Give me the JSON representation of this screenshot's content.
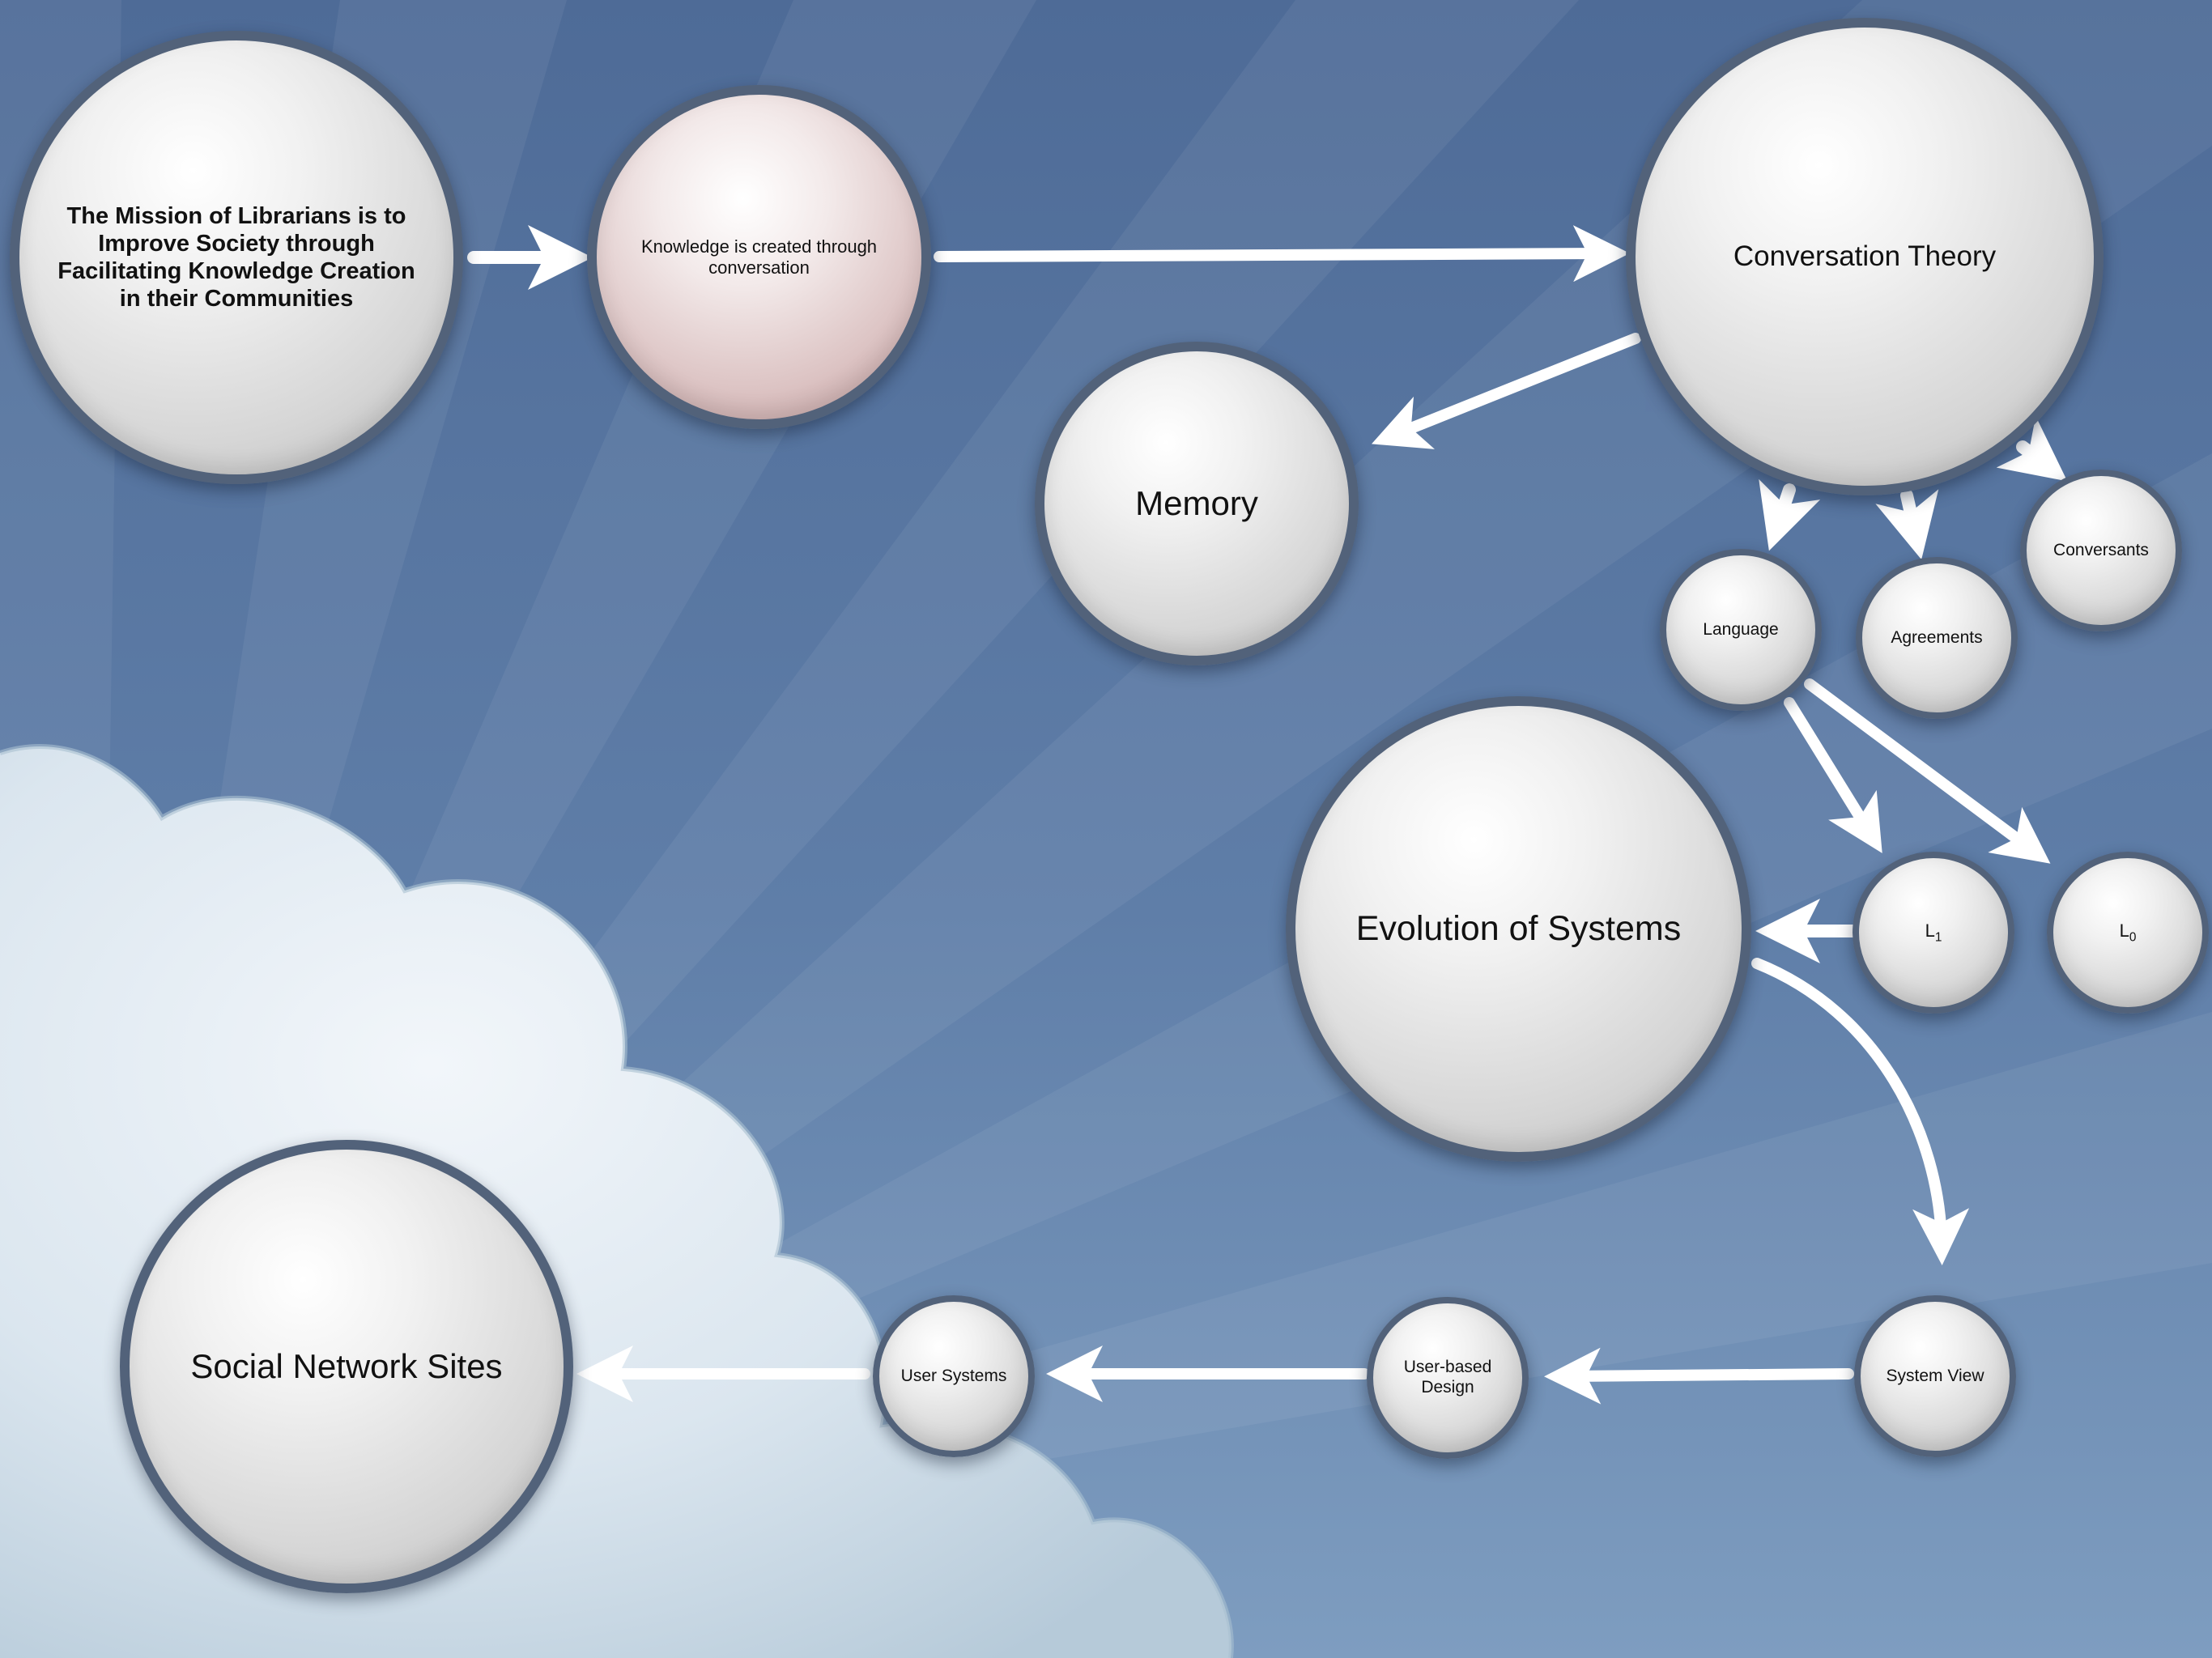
{
  "nodes": {
    "mission": "The Mission of Librarians is to Improve Society through Facilitating Knowledge Creation in their Communities",
    "knowledge": "Knowledge is created through conversation",
    "conversation_theory": "Conversation Theory",
    "memory": "Memory",
    "language": "Language",
    "agreements": "Agreements",
    "conversants": "Conversants",
    "evolution": "Evolution of Systems",
    "l1": {
      "letter": "L",
      "subscript": "1"
    },
    "l0": {
      "letter": "L",
      "subscript": "0"
    },
    "system_view": "System View",
    "user_based_design": "User-based Design",
    "user_systems": "User Systems",
    "social_network_sites": "Social Network Sites"
  },
  "colors": {
    "sky_top": "#4e6b97",
    "sky_bottom": "#7e9dc0",
    "node_border": "#52627a",
    "arrow": "#ffffff",
    "accent_node": "#c9a5a5"
  }
}
